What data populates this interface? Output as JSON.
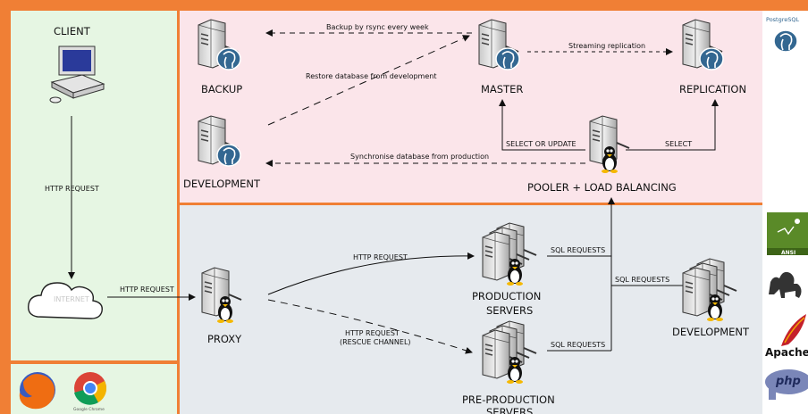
{
  "nodes": {
    "client": "CLIENT",
    "internet": "INTERNET",
    "backup": "BACKUP",
    "master": "MASTER",
    "replication": "REPLICATION",
    "development_db": "DEVELOPMENT",
    "pooler": "POOLER + LOAD BALANCING",
    "proxy": "PROXY",
    "production_line1": "PRODUCTION",
    "production_line2": "SERVERS",
    "preproduction_line1": "PRE-PRODUCTION",
    "preproduction_line2": "SERVERS",
    "development_web": "DEVELOPMENT"
  },
  "edges": {
    "backup_rsync": "Backup by rsync every week",
    "streaming": "Streaming replication",
    "restore": "Restore database from development",
    "select_or_update": "SELECT OR UPDATE",
    "select": "SELECT",
    "synchronise": "Synchronise database from production",
    "client_http": "HTTP REQUEST",
    "internet_http": "HTTP REQUEST",
    "proxy_http": "HTTP REQUEST",
    "rescue_line1": "HTTP REQUEST",
    "rescue_line2": "(RESCUE CHANNEL)",
    "sql_prod": "SQL REQUESTS",
    "sql_dev": "SQL REQUESTS",
    "sql_preprod": "SQL REQUESTS"
  },
  "logos": {
    "postgresql": "PostgreSQL",
    "ansible": "ANSI",
    "apache": "Apache",
    "php": "php",
    "chrome": "Google Chrome"
  },
  "colors": {
    "frame": "#f07f35",
    "left_bg": "#e6f6e3",
    "db_bg": "#fbe5ea",
    "web_bg": "#e6eaee"
  }
}
